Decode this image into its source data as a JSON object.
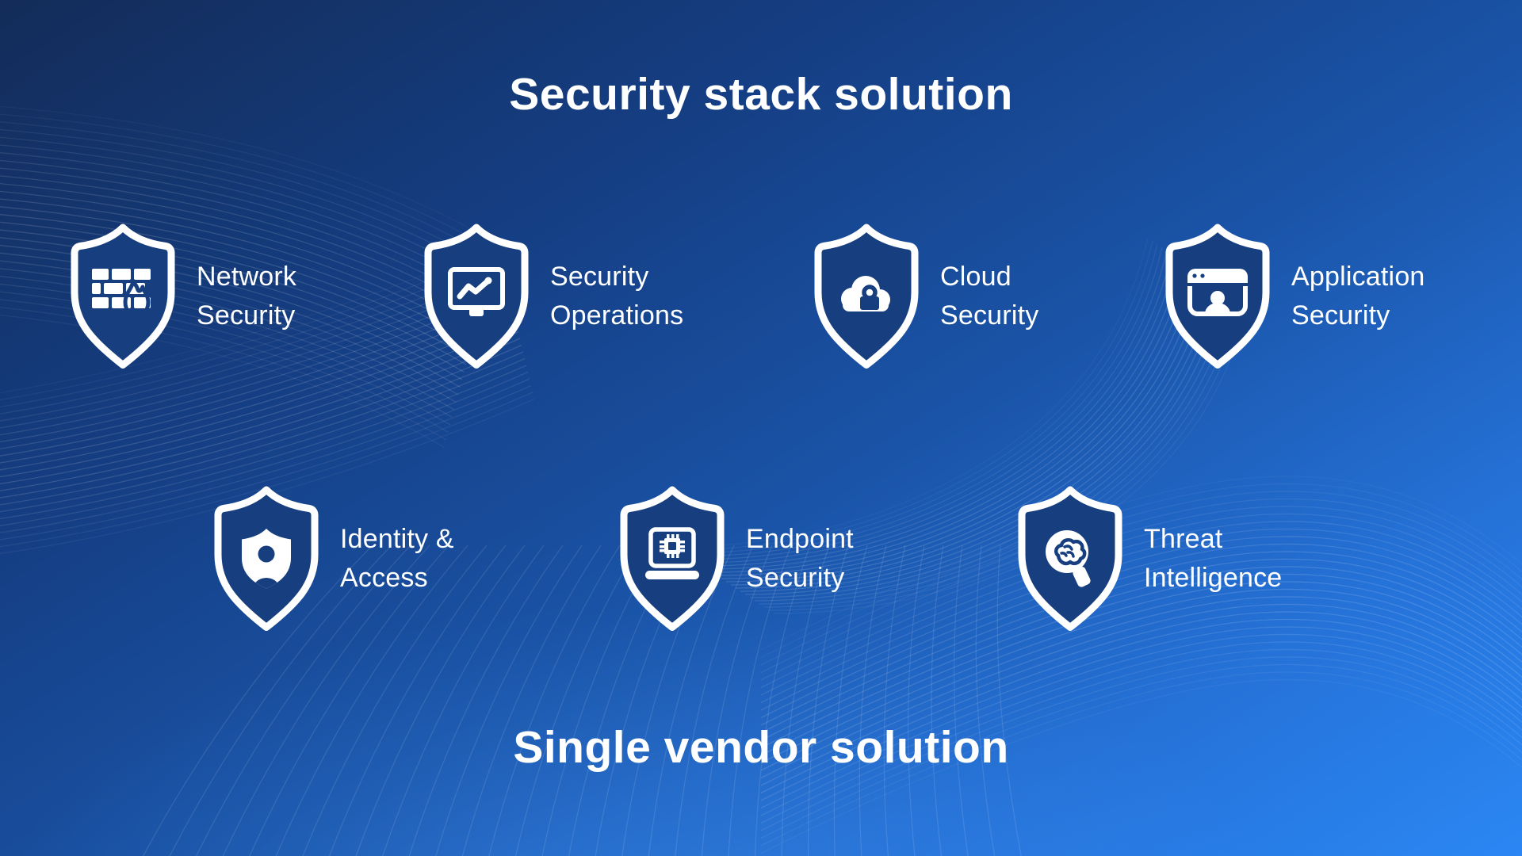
{
  "slide": {
    "title": "Security stack solution",
    "bottom_title": "Single vendor solution"
  },
  "colors": {
    "background_top_left": "#13305f",
    "background_bottom_right": "#2b87f4",
    "shield_fill": "#173f7f",
    "shield_border": "#ffffff",
    "text": "#ffffff",
    "wave_lines": "#ffffff"
  },
  "items": [
    {
      "name": "network-security",
      "icon": "firewall-icon",
      "line1": "Network",
      "line2": "Security"
    },
    {
      "name": "security-operations",
      "icon": "monitor-chart-icon",
      "line1": "Security",
      "line2": "Operations"
    },
    {
      "name": "cloud-security",
      "icon": "cloud-lock-icon",
      "line1": "Cloud",
      "line2": "Security"
    },
    {
      "name": "application-security",
      "icon": "app-window-user-icon",
      "line1": "Application",
      "line2": "Security"
    },
    {
      "name": "identity-access",
      "icon": "shield-user-icon",
      "line1": "Identity &",
      "line2": "Access"
    },
    {
      "name": "endpoint-security",
      "icon": "laptop-chip-icon",
      "line1": "Endpoint",
      "line2": "Security"
    },
    {
      "name": "threat-intelligence",
      "icon": "head-brain-icon",
      "line1": "Threat",
      "line2": "Intelligence"
    }
  ]
}
